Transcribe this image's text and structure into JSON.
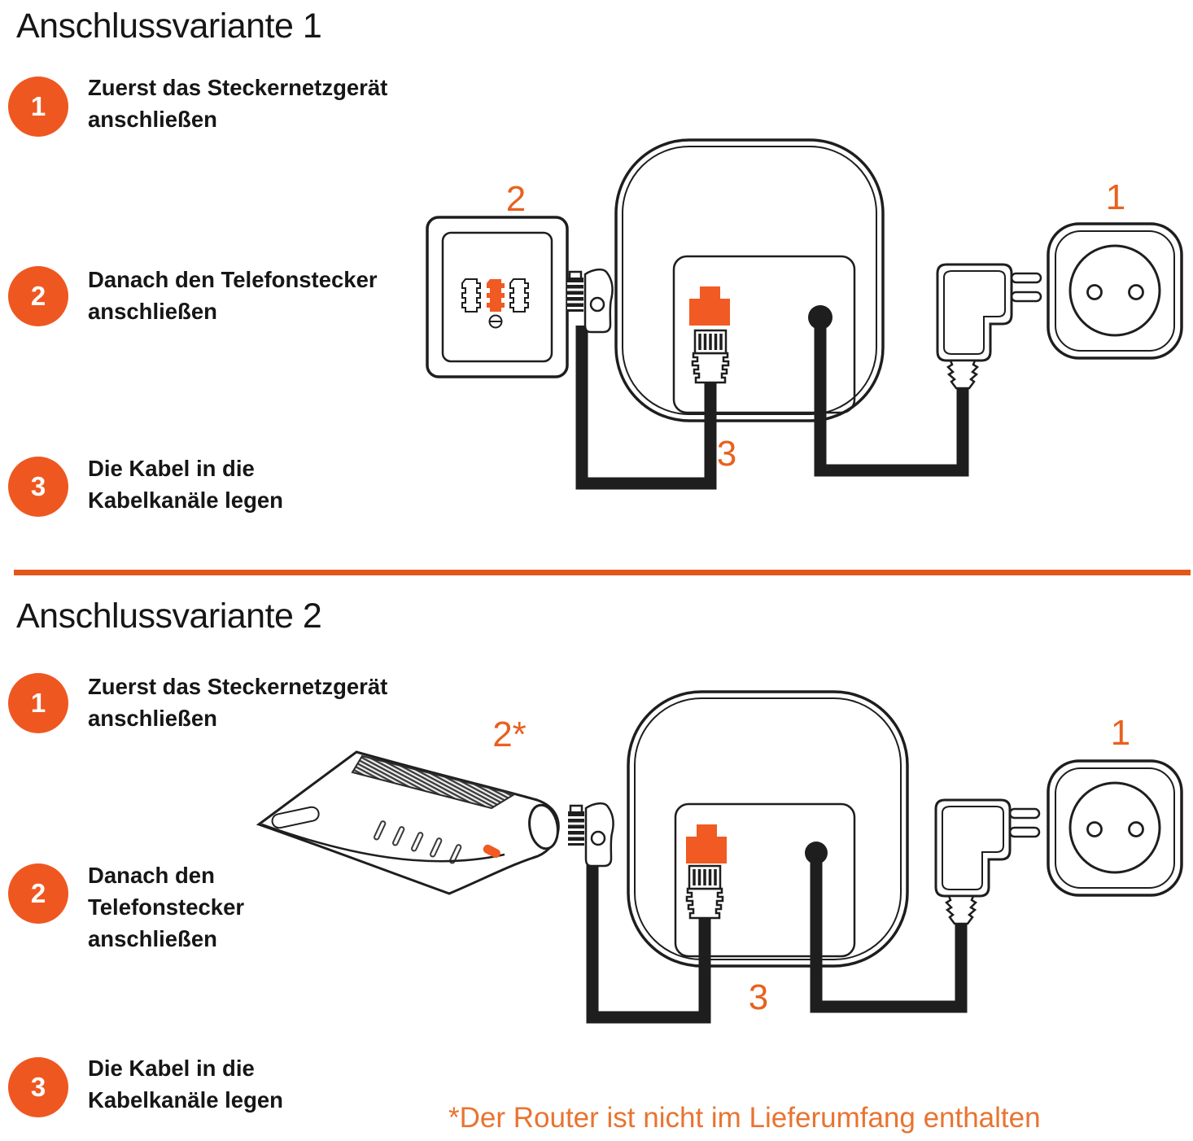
{
  "colors": {
    "accent_orange": "#EF5720",
    "port_orange": "#F15A22",
    "number_label_orange": "#E8611F",
    "footnote_orange": "#E87431",
    "divider_orange": "#E4571B",
    "ink": "#1E1E1E"
  },
  "variant1": {
    "title": "Anschlussvariante 1",
    "steps": [
      {
        "num": "1",
        "lines": [
          "Zuerst das Steckernetzgerät",
          "anschließen"
        ]
      },
      {
        "num": "2",
        "lines": [
          "Danach den Telefonstecker",
          "anschließen"
        ]
      },
      {
        "num": "3",
        "lines": [
          "Die Kabel in die",
          "Kabelkanäle legen"
        ]
      }
    ],
    "diagram_labels": {
      "wall_socket": "2",
      "power_outlet": "1",
      "cable_channels": "3"
    }
  },
  "variant2": {
    "title": "Anschlussvariante 2",
    "steps": [
      {
        "num": "1",
        "lines": [
          "Zuerst das Steckernetzgerät",
          "anschließen"
        ]
      },
      {
        "num": "2",
        "lines": [
          "Danach den",
          "Telefonstecker",
          "anschließen"
        ]
      },
      {
        "num": "3",
        "lines": [
          "Die Kabel in die",
          "Kabelkanäle legen"
        ]
      }
    ],
    "diagram_labels": {
      "router": "2*",
      "power_outlet": "1",
      "cable_channels": "3"
    },
    "footnote": "*Der Router ist nicht im Lieferumfang enthalten"
  }
}
